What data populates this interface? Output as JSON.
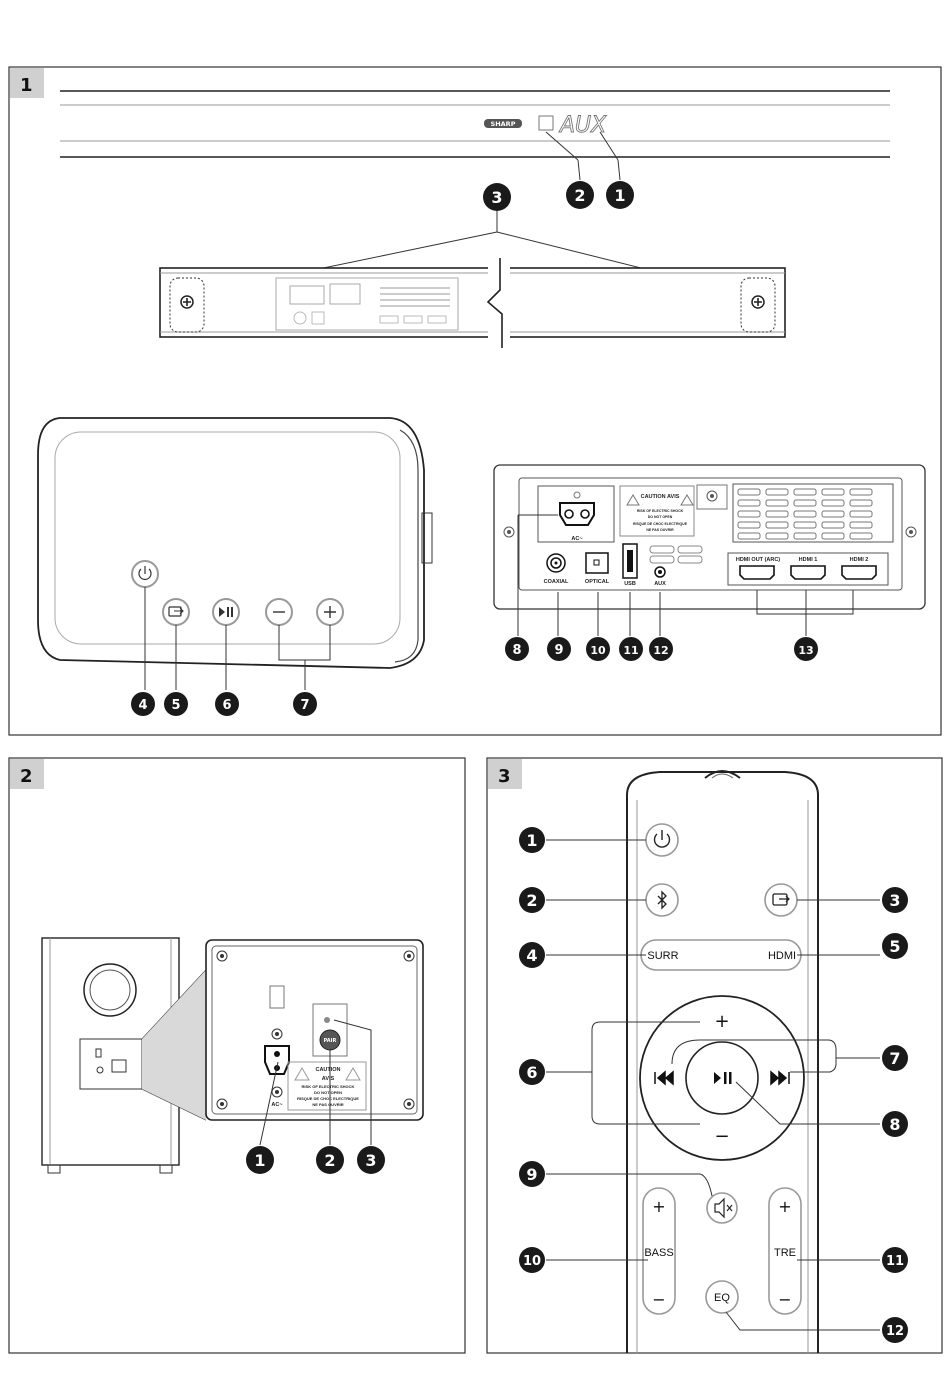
{
  "panels": [
    {
      "id": "1",
      "label": "1"
    },
    {
      "id": "2",
      "label": "2"
    },
    {
      "id": "3",
      "label": "3"
    }
  ],
  "panel1": {
    "brand": "SHARP",
    "display_text": "AUX",
    "callouts_top": [
      "1",
      "2",
      "3"
    ],
    "callouts_side": [
      "4",
      "5",
      "6",
      "7"
    ],
    "callouts_rear": [
      "8",
      "9",
      "10",
      "11",
      "12",
      "13"
    ],
    "rear_labels": {
      "ac": "AC~",
      "coaxial": "COAXIAL",
      "optical": "OPTICAL",
      "usb": "USB",
      "aux": "AUX",
      "hdmi_out": "HDMI OUT (ARC)",
      "hdmi1": "HDMI 1",
      "hdmi2": "HDMI 2",
      "caution": "CAUTION AVIS",
      "warning_line1": "RISK OF ELECTRIC SHOCK",
      "warning_line2": "DO NOT OPEN",
      "warning_line3": "RISQUE DE CHOC ELECTRIQUE",
      "warning_line4": "NE PAS OUVRIR"
    }
  },
  "panel2": {
    "callouts": [
      "1",
      "2",
      "3"
    ],
    "pair_label": "PAIR",
    "ac_label": "AC~",
    "caution": "CAUTION",
    "avis": "AVIS",
    "warning_line1": "RISK OF ELECTRIC SHOCK",
    "warning_line2": "DO NOT OPEN",
    "warning_line3": "RISQUE DE CHOC ELECTRIQUE",
    "warning_line4": "NE PAS OUVRIR"
  },
  "panel3": {
    "callouts": [
      "1",
      "2",
      "3",
      "4",
      "5",
      "6",
      "7",
      "8",
      "9",
      "10",
      "11",
      "12"
    ],
    "surr": "SURR",
    "hdmi": "HDMI",
    "bass": "BASS",
    "tre": "TRE",
    "eq": "EQ",
    "plus": "+",
    "minus": "−"
  }
}
